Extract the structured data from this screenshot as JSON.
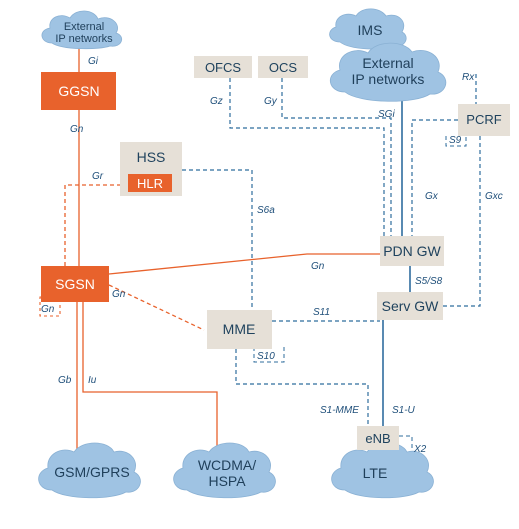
{
  "colors": {
    "legacy": "#e8622c",
    "epc": "#2f6d9e",
    "epc_node_fill": "#e6e0d7",
    "cloud_fill": "#9fc3e3",
    "label": "#1f4f7a"
  },
  "nodes": {
    "ggsn": "GGSN",
    "sgsn": "SGSN",
    "hss": "HSS",
    "hlr": "HLR",
    "ofcs": "OFCS",
    "ocs": "OCS",
    "pcrf": "PCRF",
    "pdn_gw": "PDN GW",
    "serv_gw": "Serv GW",
    "mme": "MME",
    "enb": "eNB"
  },
  "clouds": {
    "ext_ip_top_line1": "External",
    "ext_ip_top_line2": "IP networks",
    "ims": "IMS",
    "ext_ip_right_line1": "External",
    "ext_ip_right_line2": "IP networks",
    "gsm": "GSM/GPRS",
    "wcdma_line1": "WCDMA/",
    "wcdma_line2": "HSPA",
    "lte": "LTE"
  },
  "interfaces": {
    "gi": "Gi",
    "gn_ggsn": "Gn",
    "gr": "Gr",
    "gn_pdn": "Gn",
    "gn_sgsn_mme": "Gn",
    "gn_loop": "Gn",
    "gb": "Gb",
    "iu": "Iu",
    "gz": "Gz",
    "gy": "Gy",
    "sgi": "SGi",
    "rx": "Rx",
    "s9": "S9",
    "gx": "Gx",
    "gxc": "Gxc",
    "s6a": "S6a",
    "s5s8": "S5/S8",
    "s11": "S11",
    "s10": "S10",
    "s1mme": "S1-MME",
    "s1u": "S1-U",
    "x2": "X2"
  }
}
